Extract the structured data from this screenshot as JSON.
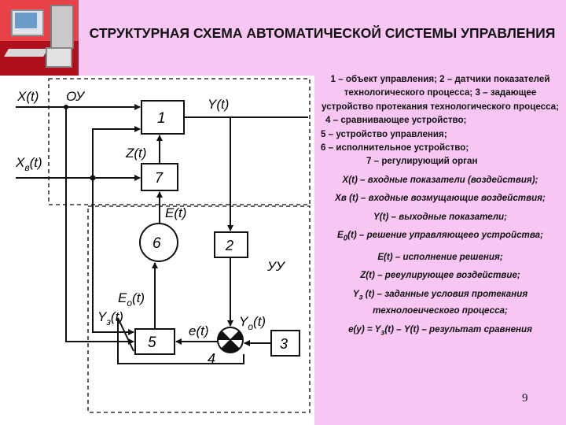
{
  "title": "СТРУКТУРНАЯ СХЕМА АВТОМАТИЧЕСКОЙ СИСТЕМЫ УПРАВЛЕНИЯ",
  "page_number": "9",
  "legend": {
    "block_list": "1 – объект управления; 2 – датчики показателей технологического процесса; 3 – задающее устройство протекания технологического процесса;",
    "item4": "4 – сравнивающее устройство;",
    "item5": "5 – устройство управления;",
    "item6": "6 – исполнительное устройство;",
    "item7": "7 – регулирующий орган",
    "x": "X(t) – входные показатели (воздействия);",
    "xv": "Xв (t) – входные возмущающие воздействия;",
    "y": "Y(t) – выходные показатели;",
    "e0_pre": "E",
    "e0_sub": "0",
    "e0_post": "(t) – решение управляющеео устройства;",
    "e": "E(t) – исполнение решения;",
    "z": "Z(t) – реeулирующее воздействие;",
    "yz_pre": "Y",
    "yz_sub": "з",
    "yz_post": " (t) – заданные условия протекания технолоeического процесса;",
    "ey_pre": "e(y) = Y",
    "ey_sub": "з",
    "ey_post": "(t) – Y(t) – результат сравнения"
  },
  "diagram": {
    "boxes": {
      "b1": "1",
      "b7": "7",
      "b6": "6",
      "b2": "2",
      "b5": "5",
      "b3": "3",
      "b4": "4"
    },
    "labels": {
      "x": "X(t)",
      "ou": "ОУ",
      "y": "Y(t)",
      "z": "Z(t)",
      "xv_main": "X",
      "xv_sub": "в",
      "xv_tail": "(t)",
      "e": "E(t)",
      "uu": "УУ",
      "e0_main": "E",
      "e0_sub": "o",
      "e0_tail": "(t)",
      "yz_main": "Y",
      "yz_sub": "з",
      "yz_tail": "(t)",
      "et": "e(t)",
      "yo_main": "Y",
      "yo_sub": "o",
      "yo_tail": "(t)"
    }
  }
}
